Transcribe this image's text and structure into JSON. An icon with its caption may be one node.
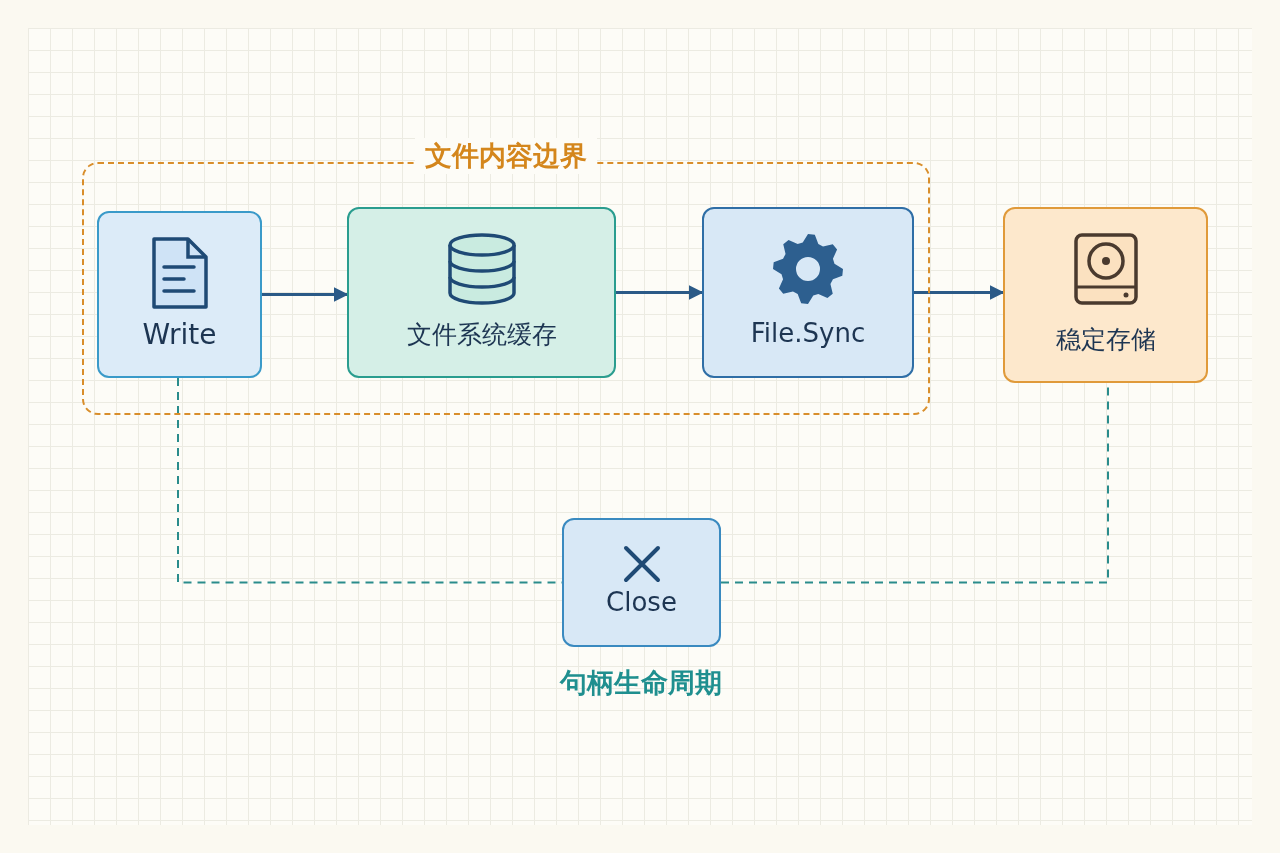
{
  "diagram": {
    "nodes": [
      {
        "text": [
          "文件内容边界"
        ]
      },
      {
        "text": [
          "Write"
        ],
        "in": 0
      },
      {
        "text": [
          "文件系统缓存"
        ],
        "in": 0
      },
      {
        "text": [
          "File.Sync"
        ],
        "in": 0
      },
      {
        "text": [
          "稳定存储"
        ]
      },
      {
        "text": [
          "Close"
        ]
      }
    ],
    "edges": [
      {
        "from": 1,
        "to": 2,
        "arrow": "to"
      },
      {
        "from": 2,
        "to": 3,
        "arrow": "to"
      },
      {
        "from": 3,
        "to": 4,
        "arrow": "to"
      },
      {
        "from": 1,
        "to": 5,
        "arrow": "none",
        "style": "dashed",
        "color": "#2a8c8c"
      },
      {
        "from": 5,
        "to": 4,
        "arrow": "none",
        "style": "dashed",
        "color": "#2a8c8c"
      }
    ],
    "labels": [
      "句柄生命周期"
    ]
  }
}
